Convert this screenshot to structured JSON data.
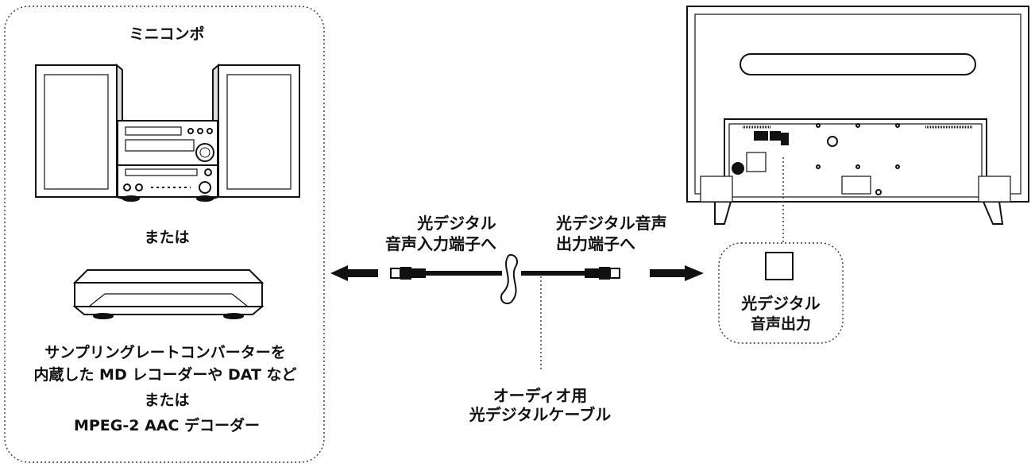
{
  "left_panel": {
    "title": "ミニコンポ",
    "or_1": "または",
    "sample_rate_line1": "サンプリングレートコンバーターを",
    "sample_rate_line2": "内蔵した MD レコーダーや DAT など",
    "or_2": "または",
    "decoder": "MPEG-2 AAC デコーダー"
  },
  "cable": {
    "left_label_line1": "光デジタル",
    "left_label_line2": "音声入力端子へ",
    "right_label_line1": "光デジタル音声",
    "right_label_line2": "出力端子へ",
    "cable_label_line1": "オーディオ用",
    "cable_label_line2": "光デジタルケーブル"
  },
  "tv_callout": {
    "line1": "光デジタル",
    "line2": "音声出力"
  }
}
